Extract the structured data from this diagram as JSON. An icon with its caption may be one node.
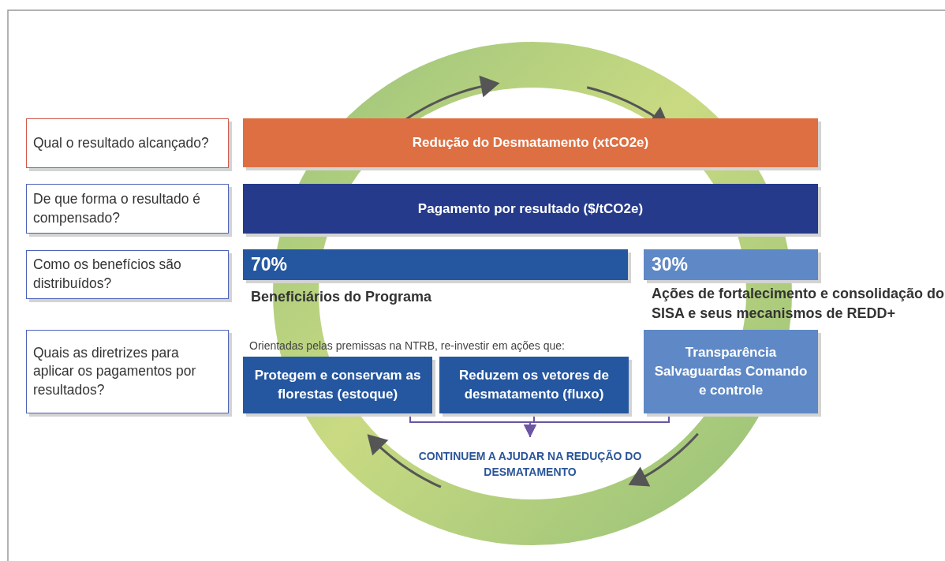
{
  "diagram": {
    "nodes": [
      {
        "text": [
          "Qual o resultado alcançado?"
        ]
      },
      {
        "text": [
          "Redução do Desmatamento (xtCO2e)"
        ]
      },
      {
        "text": [
          "De que forma o resultado é compensado?"
        ]
      },
      {
        "text": [
          "Pagamento por resultado ($/tCO2e)"
        ]
      },
      {
        "text": [
          "Como os benefícios são distribuídos?"
        ]
      },
      {
        "text": [
          "70%"
        ],
        "beside": [
          "Beneficiários do Programa"
        ]
      },
      {
        "text": [
          "30%"
        ],
        "beside": [
          "Ações de fortalecimento e consolidação do SISA e seus mecanismos de REDD+"
        ]
      },
      {
        "text": [
          "Quais as diretrizes para aplicar os pagamentos por resultados?"
        ]
      },
      {
        "text": [
          "Protegem e conservam as florestas  (estoque)"
        ]
      },
      {
        "text": [
          "Reduzem os vetores de desmatamento (fluxo)"
        ]
      },
      {
        "text": [
          "Transparência Salvaguardas Comando e controle"
        ]
      },
      {
        "text": [
          "CONTINUEM A AJUDAR NA REDUÇÃO DO DESMATAMENTO"
        ]
      }
    ],
    "edges": [
      {
        "from": 8,
        "to": 11,
        "arrow": "to",
        "color": "#6b55a3"
      },
      {
        "from": 9,
        "to": 11,
        "arrow": "to",
        "color": "#6b55a3"
      },
      {
        "from": 10,
        "to": 11,
        "arrow": "to",
        "color": "#6b55a3"
      }
    ],
    "labels": [
      "Orientadas pelas premissas na NTRB, re-investir em ações que:"
    ]
  }
}
